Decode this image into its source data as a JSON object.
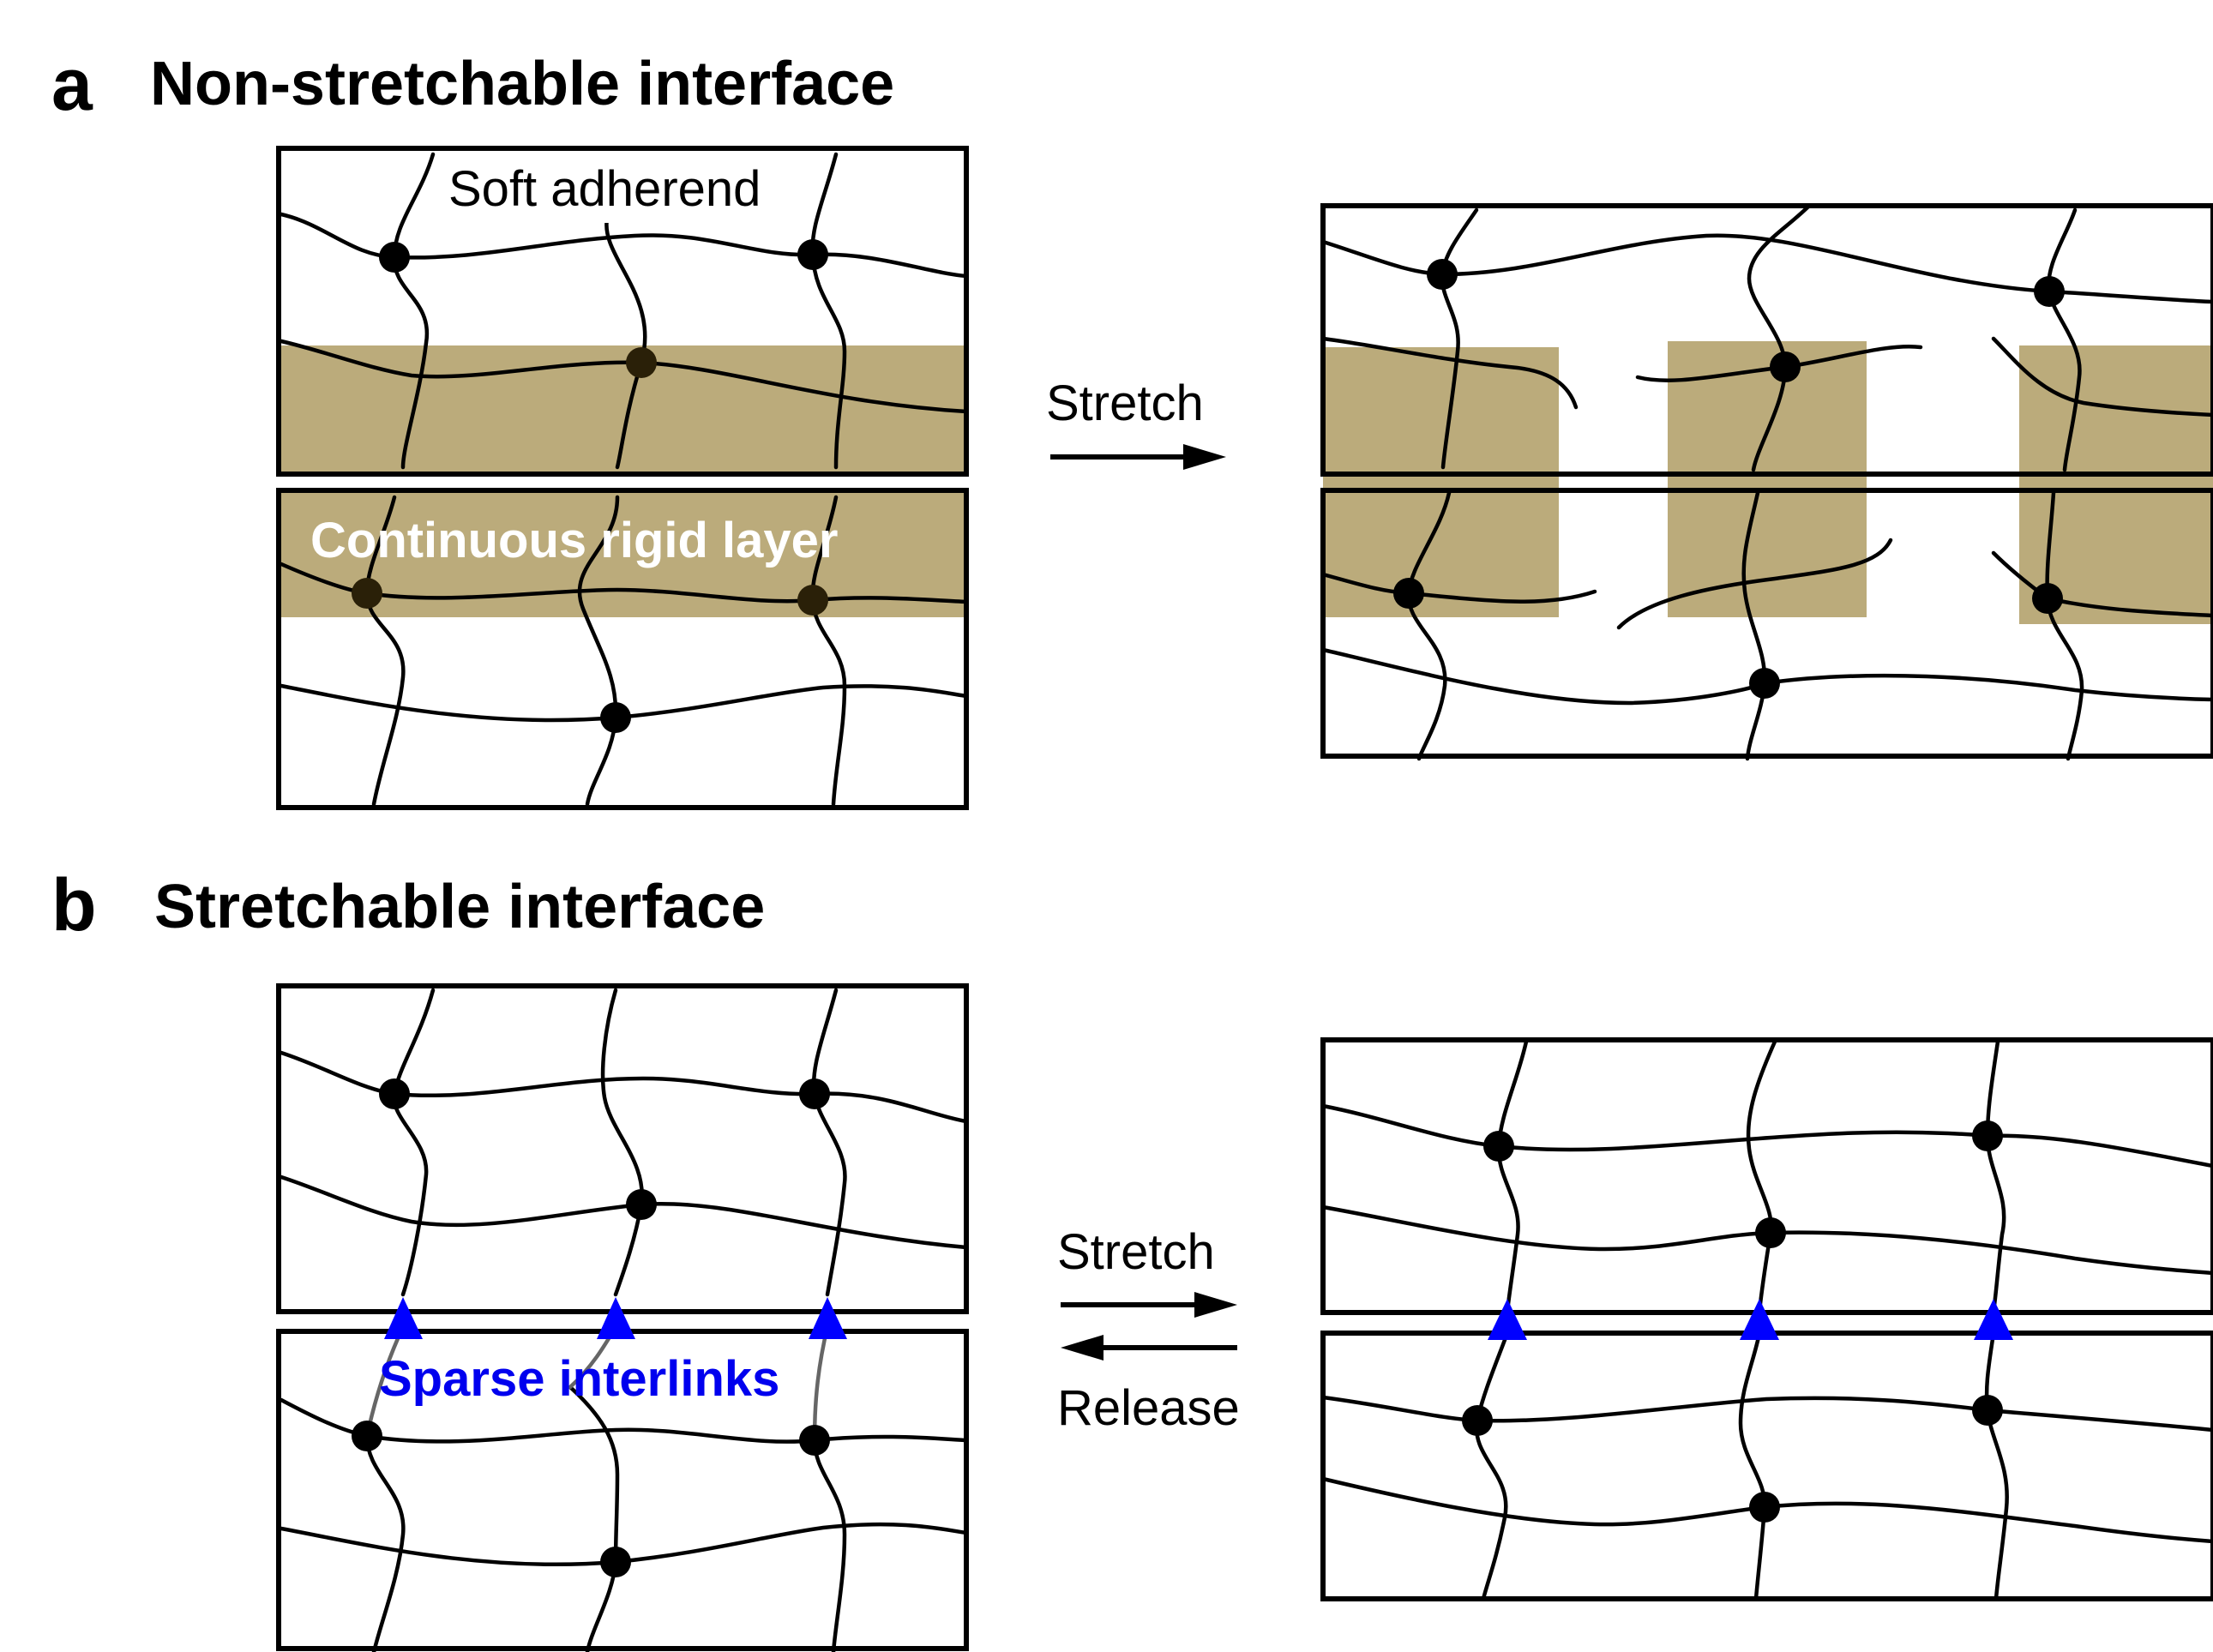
{
  "panel_a": {
    "letter": "a",
    "title": "Non-stretchable interface",
    "label_soft_adherend": "Soft adherend",
    "label_rigid_layer": "Continuous rigid layer",
    "arrow_label": "Stretch"
  },
  "panel_b": {
    "letter": "b",
    "title": "Stretchable interface",
    "label_interlinks": "Sparse interlinks",
    "arrow_label_forward": "Stretch",
    "arrow_label_back": "Release"
  },
  "colors": {
    "rigid_layer": "#bbab7b",
    "interlink": "#0000ff",
    "strand": "#000000"
  }
}
